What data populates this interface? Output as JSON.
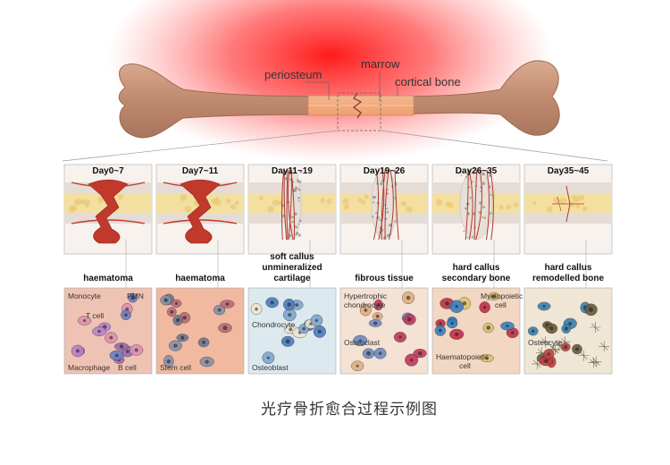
{
  "top_labels": {
    "periosteum": "periosteum",
    "marrow": "marrow",
    "cortical_bone": "cortical bone"
  },
  "stages": [
    {
      "day": "Day0~7",
      "stage_lines": [
        "haematoma"
      ],
      "cells": [
        "Monocyte",
        "PMN",
        "T cell",
        "Macrophage",
        "B cell"
      ]
    },
    {
      "day": "Day7~11",
      "stage_lines": [
        "haematoma"
      ],
      "cells": [
        "Stem cell"
      ]
    },
    {
      "day": "Day11~19",
      "stage_lines": [
        "soft callus",
        "unmineralized",
        "cartilage"
      ],
      "cells": [
        "Chondrocyte",
        "Osteoblast"
      ]
    },
    {
      "day": "Day19~26",
      "stage_lines": [
        "fibrous tissue"
      ],
      "cells": [
        "Hypertrophic",
        "chondrocyte",
        "Osteoclast"
      ]
    },
    {
      "day": "Day26~35",
      "stage_lines": [
        "hard callus",
        "secondary bone"
      ],
      "cells": [
        "Myelopoietic",
        "cell",
        "Haematopoietic",
        "cell"
      ]
    },
    {
      "day": "Day35~45",
      "stage_lines": [
        "hard callus",
        "remodelled bone"
      ],
      "cells": [
        "Osteocyte"
      ]
    }
  ],
  "caption": "光疗骨折愈合过程示例图",
  "colors": {
    "glow": "#ff1a1a",
    "bone": "#c8967a",
    "blood": "#c0392b",
    "marrow": "#f3dfa0",
    "tissue_bg": "#f2c7b0"
  }
}
